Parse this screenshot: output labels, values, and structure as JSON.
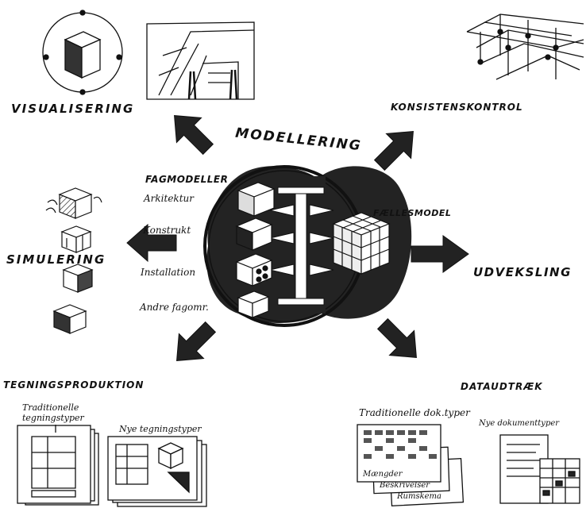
{
  "center": {
    "title": "MODELLERING",
    "fag_title": "FAGMODELLER",
    "fag_items": [
      "Arkitektur",
      "Konstrukt",
      "Installation",
      "Andre fagomr."
    ],
    "shared_model": "FÆLLESMODEL"
  },
  "outputs": {
    "visualisering": "VISUALISERING",
    "konsistenskontrol": "KONSISTENSKONTROL",
    "simulering": "SIMULERING",
    "udveksling": "UDVEKSLING",
    "tegningsproduktion": "TEGNINGSPRODUKTION",
    "dataudtraek": "DATAUDTRÆK"
  },
  "tegning": {
    "traditional": [
      "Traditionelle",
      "tegningstyper"
    ],
    "new": "Nye tegningstyper"
  },
  "data": {
    "traditional": "Traditionelle dok.typer",
    "new": "Nye dokumenttyper",
    "sheets": [
      "Mængder",
      "Beskrivelser",
      "Rumskema"
    ]
  },
  "colors": {
    "ink": "#111111",
    "paper": "#ffffff",
    "shade": "#2a2a2a"
  }
}
